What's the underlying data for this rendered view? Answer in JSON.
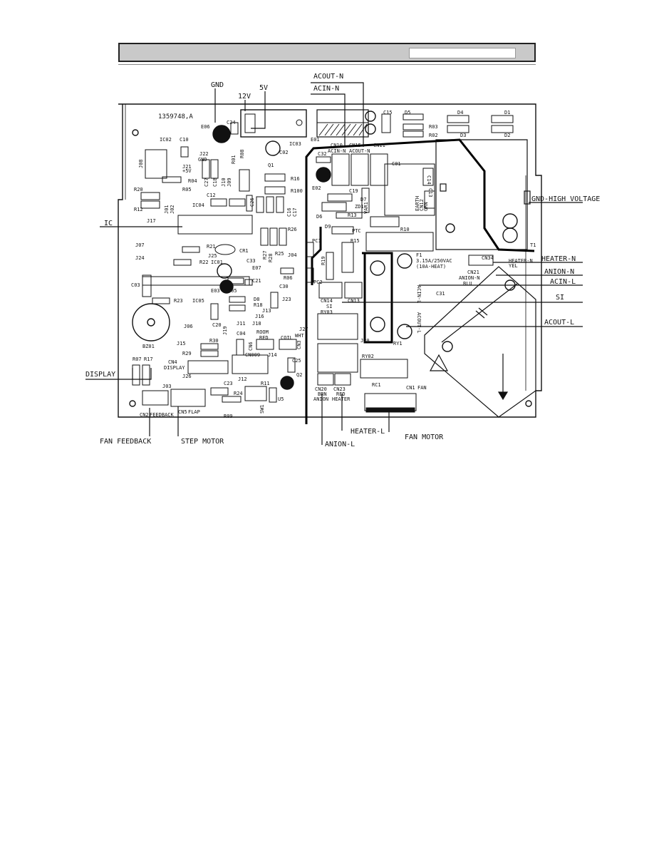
{
  "header": {
    "title": ""
  },
  "board": {
    "part_no": "1359748,A"
  },
  "power_labels": {
    "gnd": "GND",
    "v12": "12V",
    "v5": "5V"
  },
  "external": {
    "acout_n": "ACOUT-N",
    "acin_n": "ACIN-N",
    "gnd_hv": "GND-HIGH VOLTAGE",
    "ic": "IC",
    "heater_n": "HEATER-N",
    "anion_n": "ANION-N",
    "acin_l": "ACIN-L",
    "si": "SI",
    "acout_l": "ACOUT-L",
    "display": "DISPLAY",
    "fan_feedback": "FAN FEEDBACK",
    "step_motor": "STEP MOTOR",
    "anion_l": "ANION-L",
    "heater_l": "HEATER-L",
    "fan_motor": "FAN MOTOR"
  },
  "components": {
    "ic02": "IC02",
    "c10": "C10",
    "j08": "J08",
    "j22": "J22",
    "gnd_s": "GND",
    "j21": "J21",
    "p5v": "+5V",
    "r04": "R04",
    "r05": "R05",
    "r20": "R20",
    "r12": "R12",
    "c27": "C27",
    "c18": "C18",
    "j10": "J10",
    "j09": "J09",
    "r01": "R01",
    "r08": "R08",
    "c24": "C24",
    "e06": "E06",
    "ic03": "IC03",
    "q1": "Q1",
    "c02": "C02",
    "r16": "R16",
    "r100": "R100",
    "c12": "C12",
    "ic04": "IC04",
    "c26": "C26",
    "c16": "C16",
    "c17": "C17",
    "j01": "J01",
    "j02": "J02",
    "j17": "J17",
    "r26": "R26",
    "r21": "R21",
    "cr1": "CR1",
    "r27": "R27",
    "r28": "R28",
    "r25": "R25",
    "j04": "J04",
    "j07": "J07",
    "j24": "J24",
    "j25": "J25",
    "ic01": "IC01",
    "r22": "R22",
    "c33": "C33",
    "e07": "E07",
    "r06": "R06",
    "c03": "C03",
    "c21": "C21",
    "e03": "E03",
    "j05": "J05",
    "r23": "R23",
    "ic05": "IC05",
    "d8": "D8",
    "j23": "J23",
    "r18": "R18",
    "j13": "J13",
    "j16": "J16",
    "j18": "J18",
    "c30": "C30",
    "c20": "C20",
    "j11": "J11",
    "bz01": "BZ01",
    "j06": "J06",
    "j15": "J15",
    "r30": "R30",
    "r29": "R29",
    "j19": "J19",
    "c04": "C04",
    "room": "ROOM",
    "red": "RED",
    "coil": "COIL",
    "j27": "J27",
    "wht": "WHT",
    "cn3": "CN3",
    "j14": "J14",
    "cn6": "CN6",
    "cn009": "CN009",
    "r07": "R07",
    "r17": "R17",
    "cn4": "CN4",
    "display_s": "DISPLAY",
    "j26": "J26",
    "j12": "J12",
    "c25": "C25",
    "q2": "Q2",
    "j03": "J03",
    "c23": "C23",
    "r24": "R24",
    "r11": "R11",
    "r09": "R09",
    "sw1": "SW1",
    "u5": "U5",
    "cn2": "CN2",
    "feedback": "FEEDBACK",
    "cn5": "CN5",
    "flap": "FLAP",
    "e01": "E01",
    "c15": "C15",
    "d5": "D5",
    "r03": "R03",
    "r02": "R02",
    "d4": "D4",
    "d3": "D3",
    "d1": "D1",
    "d2": "D2",
    "cn10": "CN10",
    "cn15": "CN15",
    "cn11": "CN11",
    "acin_n_s": "ACIN-N",
    "acout_n_s": "ACOUT-N",
    "c32": "C32",
    "c01": "C01",
    "c14": "C14",
    "c13": "C13",
    "e02": "E02",
    "c19": "C19",
    "d7": "D7",
    "zd1": "ZD1",
    "r13": "R13",
    "d6": "D6",
    "var1": "VAR1",
    "earth": "EARTH",
    "cn12": "CN12",
    "grn": "GRN",
    "d9": "D9",
    "ptc": "PTC",
    "r10": "R10",
    "pc1": "PC1",
    "r15": "R15",
    "r19": "R19",
    "pc2": "PC2",
    "f1": "F1",
    "fuse_rating": "3.15A/250VAC",
    "fuse_heat": "(10A-HEAT)",
    "t1": "T1",
    "cn34": "CN34",
    "heater_n_s": "HEATER-N",
    "yel": "YEL",
    "cn21": "CN21",
    "anion_n_s": "ANION-N",
    "blu": "BLU",
    "acin_l_s": "ACIN-L",
    "cn14": "CN14",
    "cn13": "CN13",
    "si_s": "SI",
    "c31": "C31",
    "ry03": "RY03",
    "acout_l_s": "ACOUT-L",
    "j20": "J20",
    "ry1": "RY1",
    "ry02": "RY02",
    "rc1": "RC1",
    "cn20": "CN20",
    "brn": "BRN",
    "anion": "ANION",
    "cn23": "CN23",
    "red2": "RED",
    "heater": "HEATER",
    "cn1": "CN1",
    "fan": "FAN"
  }
}
